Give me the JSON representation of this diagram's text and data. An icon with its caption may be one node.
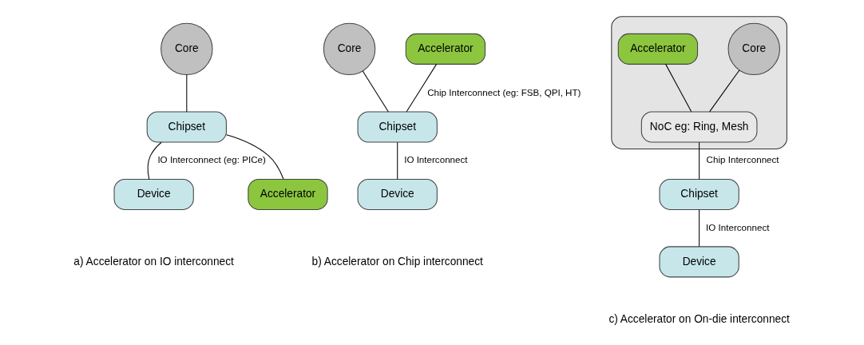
{
  "diagram": {
    "nodes": [
      {
        "text": [
          "Core"
        ]
      },
      {
        "text": [
          "Chipset"
        ]
      },
      {
        "text": [
          "Device"
        ]
      },
      {
        "text": [
          "Accelerator"
        ]
      },
      {
        "text": [
          "Core"
        ]
      },
      {
        "text": [
          "Accelerator"
        ]
      },
      {
        "text": [
          "Chipset"
        ]
      },
      {
        "text": [
          "Device"
        ]
      },
      {
        "text": [],
        "shape": "box"
      },
      {
        "text": [
          "Core"
        ],
        "in": 8
      },
      {
        "text": [
          "Accelerator"
        ],
        "in": 8
      },
      {
        "text": [
          "NoC eg: Ring, Mesh"
        ],
        "in": 8
      },
      {
        "text": [
          "Chipset"
        ]
      },
      {
        "text": [
          "Device"
        ]
      }
    ],
    "edges": [
      {
        "from": 0,
        "to": 1,
        "arrow": "none"
      },
      {
        "from": 1,
        "to": 2,
        "arrow": "none",
        "label": "IO Interconnect (eg: PICe)"
      },
      {
        "from": 1,
        "to": 3,
        "arrow": "none"
      },
      {
        "from": 4,
        "to": 6,
        "arrow": "none"
      },
      {
        "from": 5,
        "to": 6,
        "arrow": "none",
        "label": "Chip Interconnect (eg: FSB, QPI, HT)"
      },
      {
        "from": 6,
        "to": 7,
        "arrow": "none",
        "label": "IO Interconnect"
      },
      {
        "from": 9,
        "to": 11,
        "arrow": "none"
      },
      {
        "from": 10,
        "to": 11,
        "arrow": "none"
      },
      {
        "from": 11,
        "to": 12,
        "arrow": "none",
        "label": "Chip Interconnect"
      },
      {
        "from": 12,
        "to": 13,
        "arrow": "none",
        "label": "IO Interconnect"
      }
    ],
    "labels": [
      "a) Accelerator on IO interconnect",
      "b) Accelerator on Chip interconnect",
      "c) Accelerator on On-die interconnect"
    ]
  }
}
